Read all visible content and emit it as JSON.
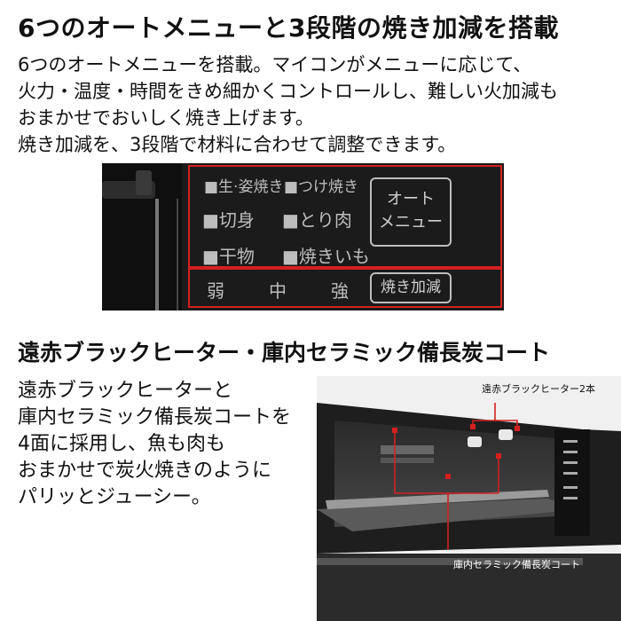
{
  "section1": {
    "title": "6つのオートメニューと3段階の焼き加減を搭載",
    "body_lines": [
      "6つのオートメニューを搭載。マイコンがメニューに応じて、",
      "火力・温度・時間をきめ細かくコントロールし、難しい火加減も",
      "おまかせでおいしく焼き上げます。",
      "焼き加減を、3段階で材料に合わせて調整できます。"
    ]
  },
  "panel": {
    "menus": [
      "■生·姿焼き",
      "■つけ焼き",
      "■切身",
      "■とり肉",
      "■干物",
      "■焼きいも"
    ],
    "auto_button_lines": [
      "オート",
      "メニュー"
    ],
    "levels": [
      "弱",
      "中",
      "強"
    ],
    "level_button": "焼き加減"
  },
  "section2": {
    "title": "遠赤ブラックヒーター・庫内セラミック備長炭コート",
    "body_lines": [
      "遠赤ブラックヒーターと",
      "庫内セラミック備長炭コートを",
      "4面に採用し、魚も肉も",
      "おまかせで炭火焼きのように",
      "パリッとジューシー。"
    ]
  },
  "photo": {
    "caption_heater": "遠赤ブラックヒーター2本",
    "caption_coat": "庫内セラミック備長炭コート"
  },
  "colors": {
    "highlight": "#d42020",
    "panel_bg": "#1b1b1b",
    "panel_text": "#bdbdbd"
  }
}
